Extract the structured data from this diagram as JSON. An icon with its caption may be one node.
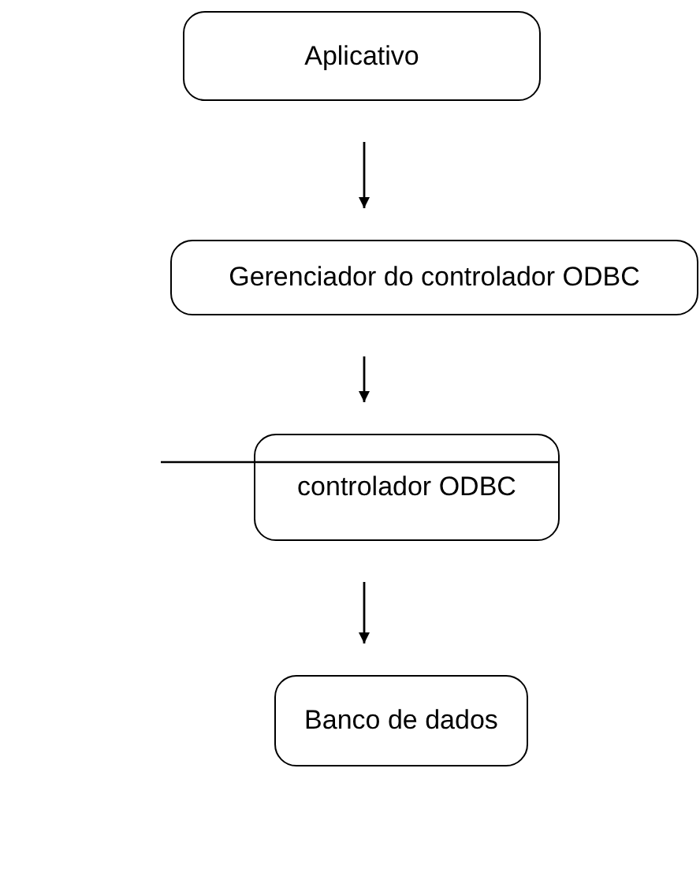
{
  "diagram": {
    "nodes": [
      {
        "text": [
          "Aplicativo"
        ]
      },
      {
        "text": [
          "Gerenciador do controlador ODBC"
        ]
      },
      {
        "text": [
          "controlador ODBC"
        ]
      },
      {
        "text": [
          "Banco de dados"
        ]
      }
    ],
    "edges": [
      {
        "from": 0,
        "to": 1,
        "arrow": "to"
      },
      {
        "from": 1,
        "to": 2,
        "arrow": "to"
      },
      {
        "from": 2,
        "to": 3,
        "arrow": "to"
      }
    ]
  }
}
